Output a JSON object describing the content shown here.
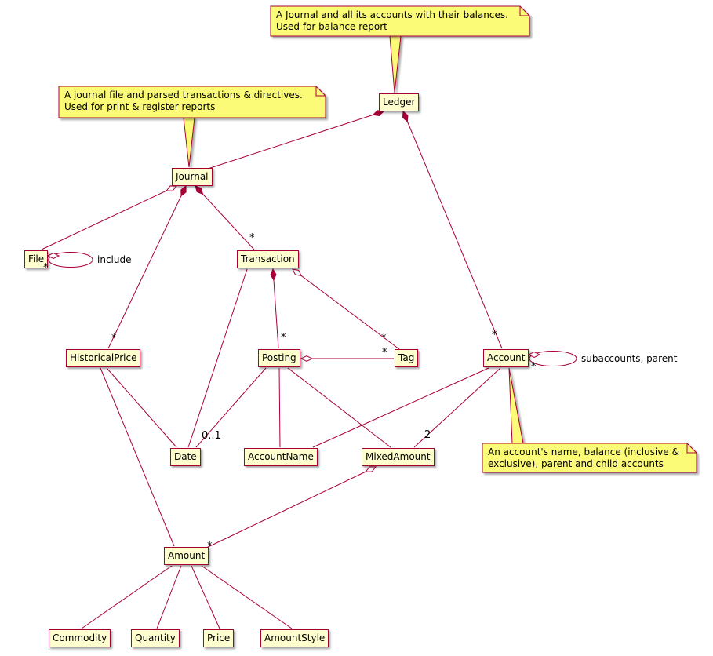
{
  "diagram": {
    "background": "#ffffff",
    "colors": {
      "class_fill": "#fefece",
      "class_border": "#a80036",
      "edge": "#a80036",
      "note_fill": "#fbfb77",
      "note_border": "#a80036",
      "text": "#000000"
    },
    "classes": {
      "ledger": "Ledger",
      "journal": "Journal",
      "file": "File",
      "transaction": "Transaction",
      "historical_price": "HistoricalPrice",
      "posting": "Posting",
      "tag": "Tag",
      "account": "Account",
      "date": "Date",
      "account_name": "AccountName",
      "mixed_amount": "MixedAmount",
      "amount": "Amount",
      "commodity": "Commodity",
      "quantity": "Quantity",
      "price": "Price",
      "amount_style": "AmountStyle"
    },
    "notes": {
      "ledger": {
        "line1": "A Journal and all its accounts with their balances.",
        "line2": "Used for balance report"
      },
      "journal": {
        "line1": "A journal file and parsed transactions & directives.",
        "line2": "Used for print & register reports"
      },
      "account": {
        "line1": "An account's name, balance (inclusive &",
        "line2": "exclusive), parent and child accounts"
      }
    },
    "edge_labels": {
      "file_self": "include",
      "account_self": "subaccounts, parent"
    },
    "multiplicities": {
      "file_include": "*",
      "journal_transaction": "*",
      "journal_historical_price": "*",
      "transaction_posting": "*",
      "transaction_tag": "*",
      "posting_tag": "*",
      "posting_date": "0..1",
      "ledger_account": "*",
      "account_subaccounts": "*",
      "account_mixed_amount": "2",
      "mixed_amount_amount": "*"
    }
  }
}
